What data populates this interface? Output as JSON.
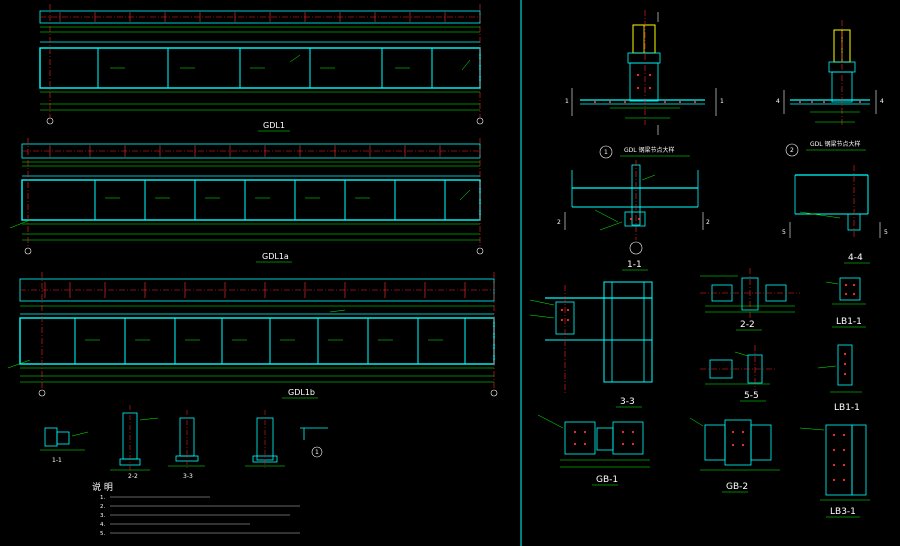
{
  "colors": {
    "background": "#000000",
    "beam": "#00ffff",
    "dim": "#00ff00",
    "axis": "#ff2020",
    "bolt": "#ff3030",
    "text": "#ffffff",
    "column": "#ffff00",
    "cyan_text": "#00e0ff"
  },
  "elevations": [
    {
      "title": "GDL1"
    },
    {
      "title": "GDL1a"
    },
    {
      "title": "GDL1b"
    }
  ],
  "small_sections": {
    "s1": "1-1",
    "s2": "2-2",
    "s3": "3-3",
    "circle": "1"
  },
  "notes_heading": "说 明",
  "notes": [
    "1.",
    "2.",
    "3.",
    "4.",
    "5."
  ],
  "details": {
    "d1_num": "1",
    "d1_title": "GDL 钢梁节点大样",
    "d2_num": "2",
    "d2_title": "GDL 钢梁节点大样",
    "sec_1_1": "1-1",
    "sec_4_4": "4-4",
    "sec_2_2": "2-2",
    "sec_3_3": "3-3",
    "sec_5_5": "5-5",
    "lb1_1": "LB1-1",
    "lb1": "LB1-1",
    "gb1": "GB-1",
    "gb2": "GB-2",
    "lb3_1": "LB3-1",
    "mark_1": "1",
    "mark_2": "2",
    "mark_4": "4",
    "mark_5": "5"
  }
}
